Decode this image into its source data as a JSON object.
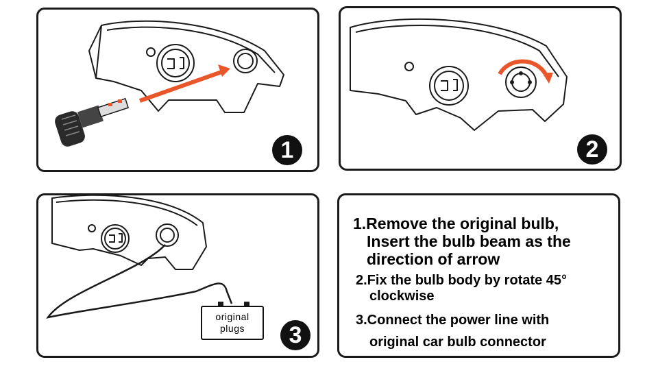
{
  "panels": [
    {
      "id": "step-1-illustration",
      "badge": "1"
    },
    {
      "id": "step-2-illustration",
      "badge": "2"
    },
    {
      "id": "step-3-illustration",
      "badge": "3",
      "plug_label": [
        "original",
        "plugs"
      ]
    }
  ],
  "instructions": {
    "step1": {
      "line1": "1.Remove the original bulb,",
      "line2": "Insert the bulb beam as the",
      "line3": "direction of arrow"
    },
    "step2": {
      "line1": "2.Fix the bulb body by rotate 45°",
      "line2": "clockwise"
    },
    "step3": {
      "line1": "3.Connect the power line with",
      "line2": "original car bulb connector"
    }
  },
  "colors": {
    "arrow": "#e8562a",
    "outline": "#1a1a1a",
    "background": "#ffffff"
  }
}
